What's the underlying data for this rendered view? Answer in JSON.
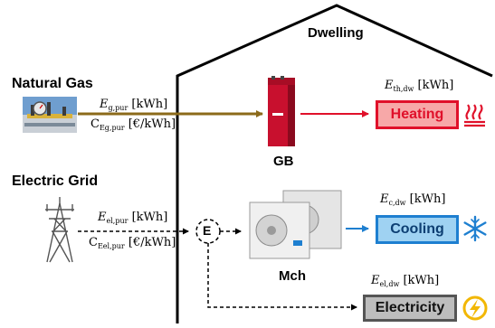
{
  "dwelling": {
    "title": "Dwelling"
  },
  "sources": {
    "gas": {
      "title": "Natural Gas"
    },
    "grid": {
      "title": "Electric Grid"
    }
  },
  "flows": {
    "gas_energy": {
      "var": "E",
      "sub": "g,pur",
      "unit": " [kWh]"
    },
    "gas_price": {
      "var": "C",
      "sub": "Eg,pur",
      "unit": " [€/kWh]"
    },
    "el_energy": {
      "var": "E",
      "sub": "el,pur",
      "unit": " [kWh]"
    },
    "el_price": {
      "var": "C",
      "sub": "Eel,pur",
      "unit": " [€/kWh]"
    },
    "heat": {
      "var": "E",
      "sub": "th,dw",
      "unit": " [kWh]"
    },
    "cool": {
      "var": "E",
      "sub": "c,dw",
      "unit": " [kWh]"
    },
    "elec": {
      "var": "E",
      "sub": "el,dw",
      "unit": " [kWh]"
    }
  },
  "devices": {
    "gb": "GB",
    "mch": "Mch",
    "node": "E"
  },
  "demands": {
    "heating": "Heating",
    "cooling": "Cooling",
    "electricity": "Electricity"
  },
  "colors": {
    "gas_line": "#8b6a1a",
    "heating": "#e0102a",
    "heating_fill": "#f7a8a8",
    "cooling": "#1e7fd0",
    "cooling_fill": "#9fd2f2",
    "electricity": "#555555",
    "electricity_fill": "#bdbdbd"
  }
}
